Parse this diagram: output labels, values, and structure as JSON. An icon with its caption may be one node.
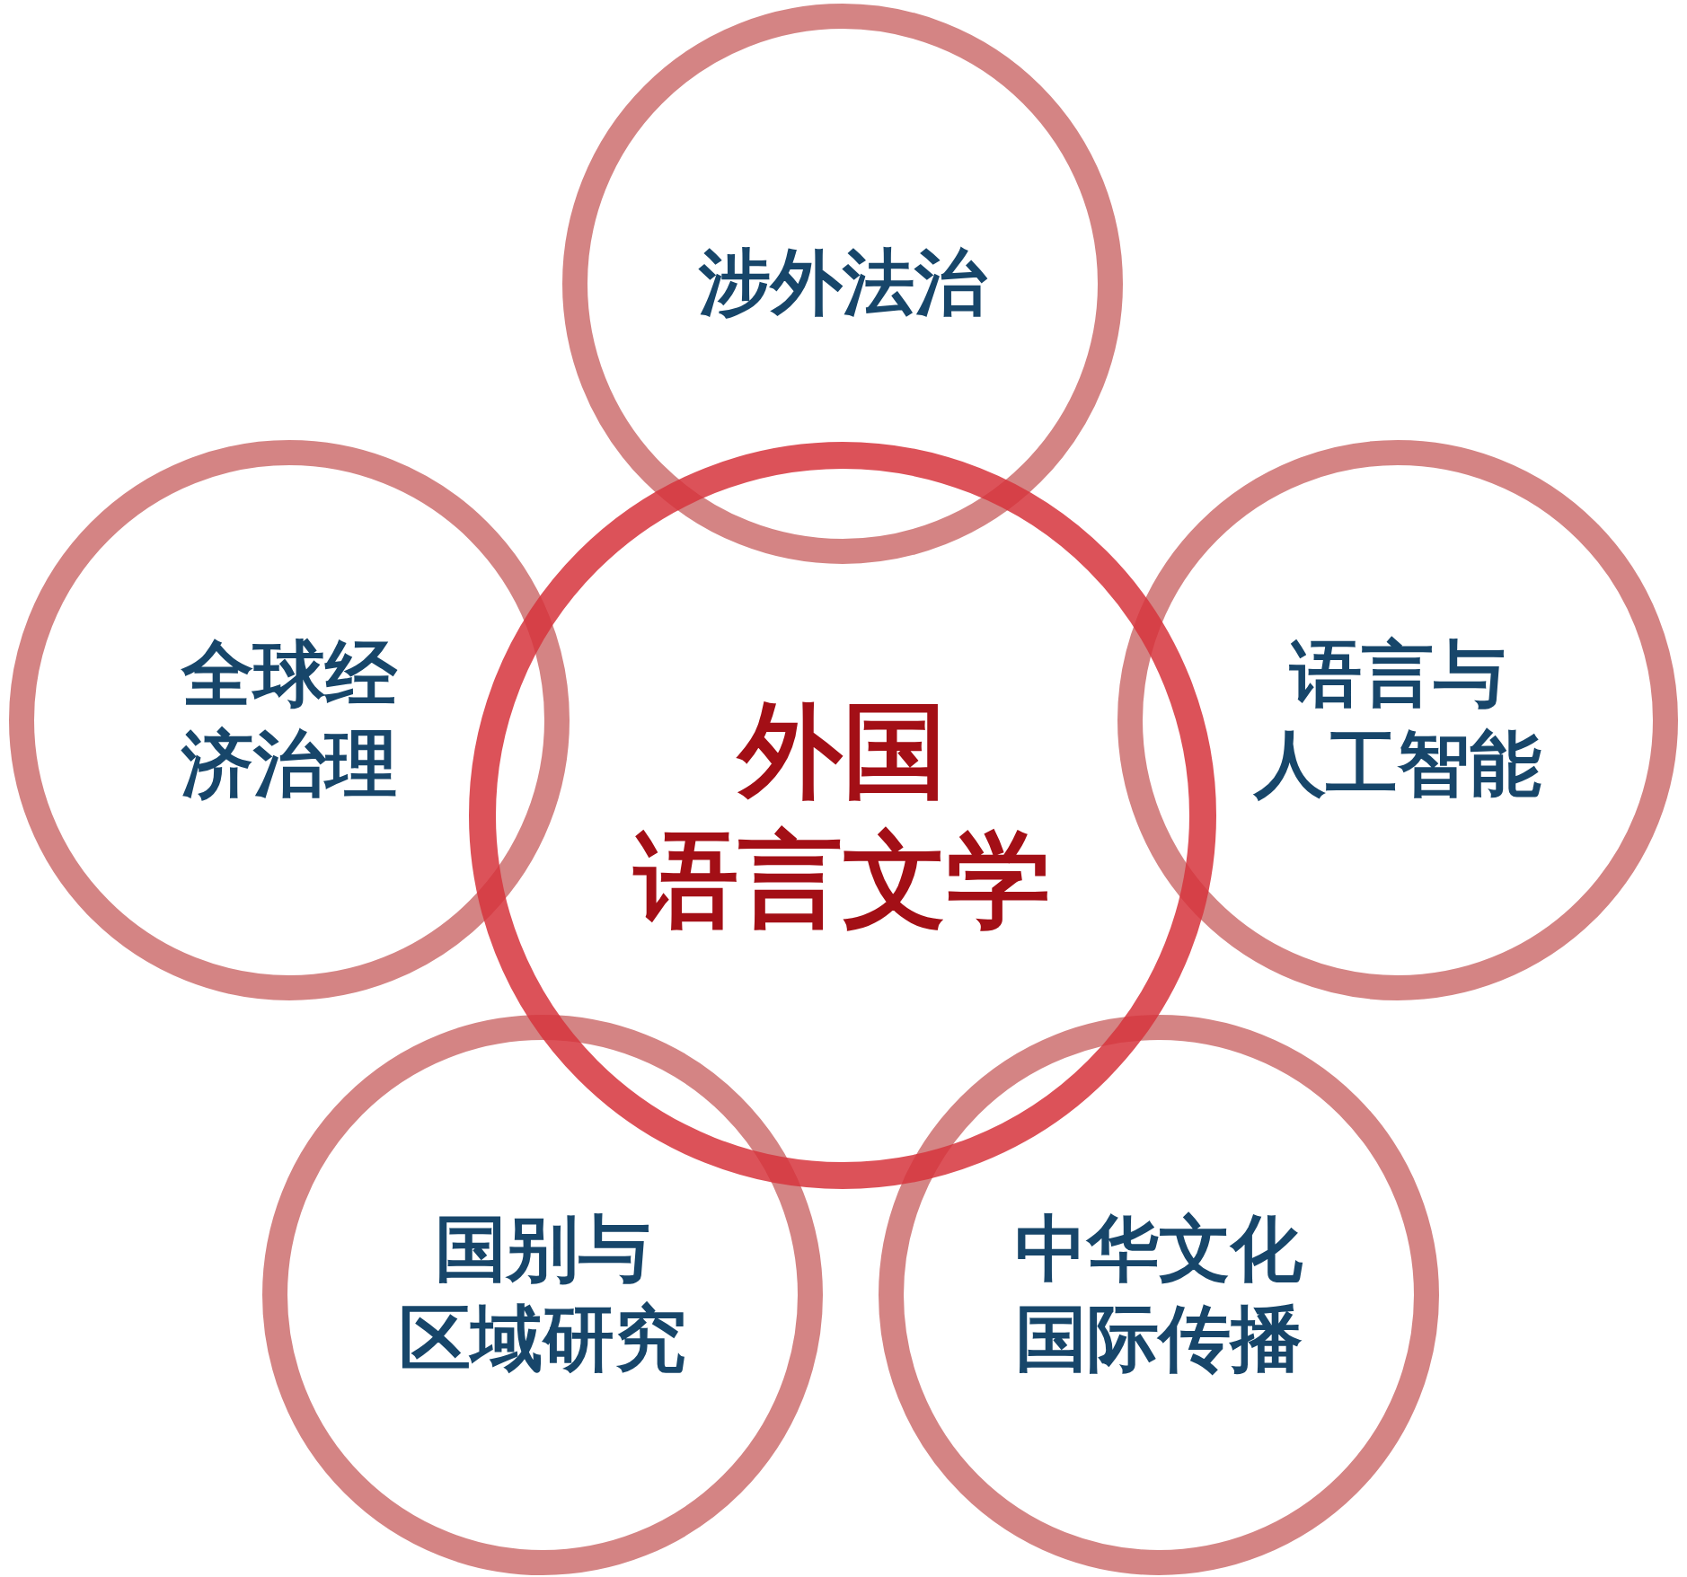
{
  "diagram": {
    "nodes": [
      {
        "text": [
          "涉外法治"
        ]
      },
      {
        "text": [
          "全球经济治理"
        ]
      },
      {
        "text": [
          "外国语言文学"
        ]
      },
      {
        "text": [
          "语言与人工智能"
        ]
      },
      {
        "text": [
          "国别与区域研究"
        ]
      },
      {
        "text": [
          "中华文化国际传播"
        ]
      }
    ]
  }
}
